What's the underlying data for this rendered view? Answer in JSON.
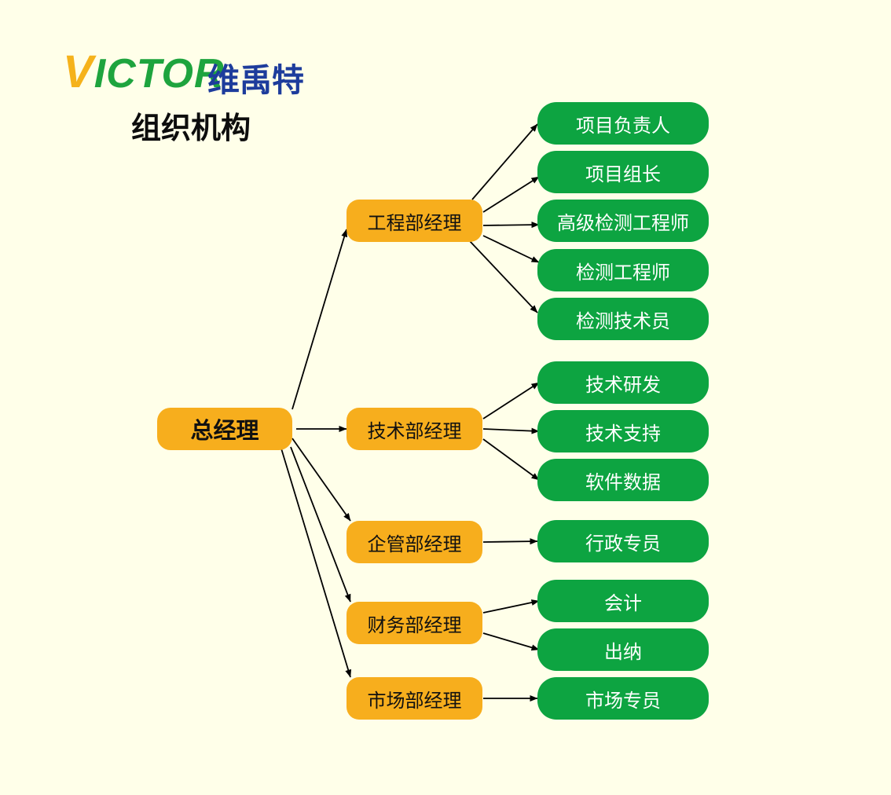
{
  "logo": {
    "latin_first": "V",
    "latin_rest": "ICTOR",
    "chinese": "维禹特"
  },
  "title": "组织机构",
  "colors": {
    "background": "#FFFFE9",
    "manager_fill": "#F7AE1D",
    "role_fill": "#0DA441",
    "logo_green": "#1EA43E",
    "logo_blue": "#1D3C9C",
    "logo_yellow": "#F5B21B"
  },
  "org": {
    "root": "总经理",
    "departments": [
      {
        "name": "工程部经理",
        "roles": [
          "项目负责人",
          "项目组长",
          "高级检测工程师",
          "检测工程师",
          "检测技术员"
        ]
      },
      {
        "name": "技术部经理",
        "roles": [
          "技术研发",
          "技术支持",
          "软件数据"
        ]
      },
      {
        "name": "企管部经理",
        "roles": [
          "行政专员"
        ]
      },
      {
        "name": "财务部经理",
        "roles": [
          "会计",
          "出纳"
        ]
      },
      {
        "name": "市场部经理",
        "roles": [
          "市场专员"
        ]
      }
    ]
  }
}
